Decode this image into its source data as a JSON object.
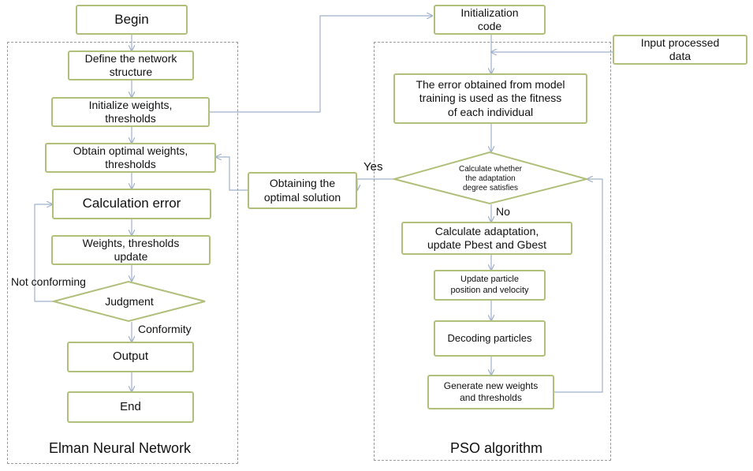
{
  "diagram": {
    "colors": {
      "box_border": "#b0bf7a",
      "arrow": "#9fb0cc",
      "group_border": "#9a9a9a",
      "text": "#111111"
    },
    "groups": {
      "elman": "Elman Neural Network",
      "pso": "PSO algorithm"
    },
    "elman": {
      "begin": "Begin",
      "define": "Define the network\nstructure",
      "init_weights": "Initialize weights,\nthresholds",
      "optimal": "Obtain optimal weights,\nthresholds",
      "calc_error": "Calculation error",
      "update": "Weights, thresholds\nupdate",
      "judgment": "Judgment",
      "output": "Output",
      "end": "End",
      "not_conforming": "Not conforming",
      "conformity": "Conformity"
    },
    "pso": {
      "init_code": "Initialization\ncode",
      "input_data": "Input processed\ndata",
      "fitness": "The error obtained from model\ntraining is used as the fitness\nof each individual",
      "check": "Calculate whether\nthe adaptation\ndegree satisfies",
      "yes": "Yes",
      "no": "No",
      "adapt": "Calculate adaptation,\nupdate Pbest and Gbest",
      "update_particle": "Update particle\nposition and velocity",
      "decode": "Decoding particles",
      "generate": "Generate new weights\nand thresholds"
    },
    "solution": "Obtaining the\noptimal solution"
  }
}
